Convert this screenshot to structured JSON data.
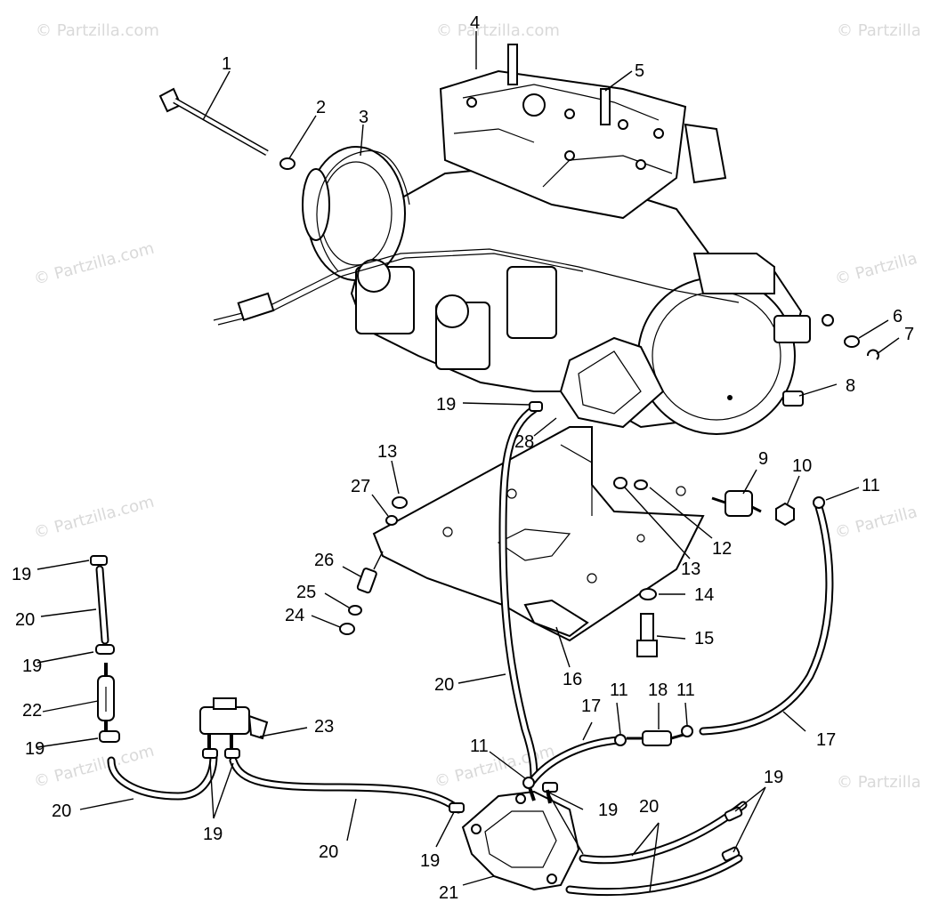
{
  "watermark": {
    "text": "© Partzilla.com",
    "short_text": "© Partzilla"
  },
  "callouts": [
    {
      "id": "1",
      "text": "1"
    },
    {
      "id": "2",
      "text": "2"
    },
    {
      "id": "3",
      "text": "3"
    },
    {
      "id": "4",
      "text": "4"
    },
    {
      "id": "5",
      "text": "5"
    },
    {
      "id": "6",
      "text": "6"
    },
    {
      "id": "7",
      "text": "7"
    },
    {
      "id": "8",
      "text": "8"
    },
    {
      "id": "9",
      "text": "9"
    },
    {
      "id": "10",
      "text": "10"
    },
    {
      "id": "11a",
      "text": "11"
    },
    {
      "id": "12",
      "text": "12"
    },
    {
      "id": "13a",
      "text": "13"
    },
    {
      "id": "13b",
      "text": "13"
    },
    {
      "id": "14",
      "text": "14"
    },
    {
      "id": "15",
      "text": "15"
    },
    {
      "id": "16",
      "text": "16"
    },
    {
      "id": "17a",
      "text": "17"
    },
    {
      "id": "17b",
      "text": "17"
    },
    {
      "id": "18",
      "text": "18"
    },
    {
      "id": "11b",
      "text": "11"
    },
    {
      "id": "11c",
      "text": "11"
    },
    {
      "id": "11d",
      "text": "11"
    },
    {
      "id": "19a",
      "text": "19"
    },
    {
      "id": "19b",
      "text": "19"
    },
    {
      "id": "19c",
      "text": "19"
    },
    {
      "id": "19d",
      "text": "19"
    },
    {
      "id": "19e",
      "text": "19"
    },
    {
      "id": "19f",
      "text": "19"
    },
    {
      "id": "19g",
      "text": "19"
    },
    {
      "id": "19h",
      "text": "19"
    },
    {
      "id": "20a",
      "text": "20"
    },
    {
      "id": "20b",
      "text": "20"
    },
    {
      "id": "20c",
      "text": "20"
    },
    {
      "id": "20d",
      "text": "20"
    },
    {
      "id": "20e",
      "text": "20"
    },
    {
      "id": "21",
      "text": "21"
    },
    {
      "id": "22",
      "text": "22"
    },
    {
      "id": "23",
      "text": "23"
    },
    {
      "id": "24",
      "text": "24"
    },
    {
      "id": "25",
      "text": "25"
    },
    {
      "id": "26",
      "text": "26"
    },
    {
      "id": "27",
      "text": "27"
    },
    {
      "id": "28",
      "text": "28"
    }
  ]
}
